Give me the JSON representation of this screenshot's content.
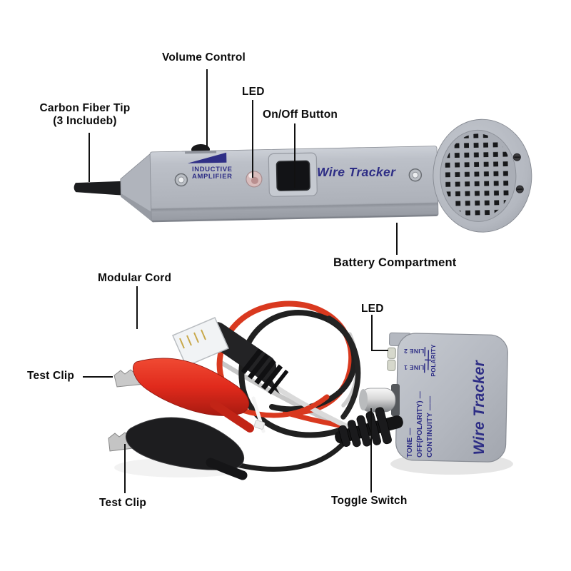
{
  "title": "Wire Tracker annotated product diagram",
  "colors": {
    "background": "#ffffff",
    "device_gray": "#b4b8c0",
    "navy_print": "#2d2d85",
    "wire_red": "#d9391f",
    "wire_black": "#1e1e1e",
    "label_black": "#0b0b0b"
  },
  "probe": {
    "labels": {
      "volume_control": "Volume Control",
      "led": "LED",
      "on_off_button": "On/Off Button",
      "carbon_tip_line1": "Carbon Fiber Tip",
      "carbon_tip_line2": "(3 Includeb)",
      "battery_compartment": "Battery Compartment"
    },
    "device_text": {
      "inductive_line1": "INDUCTIVE",
      "inductive_line2": "AMPLIFIER",
      "brand": "Wire Tracker"
    }
  },
  "toner": {
    "labels": {
      "modular_cord": "Modular Cord",
      "test_clip_red": "Test Clip",
      "test_clip_black": "Test Clip",
      "led": "LED",
      "toggle_switch": "Toggle Switch"
    },
    "device_text": {
      "line2": "LINE 2",
      "line1": "LINE 1",
      "polarity": "POLARITY",
      "tone": "TONE —",
      "off_polarity": "OFF(POLARITY) —",
      "continuity": "CONTINUITY ——",
      "brand": "Wire Tracker"
    }
  }
}
